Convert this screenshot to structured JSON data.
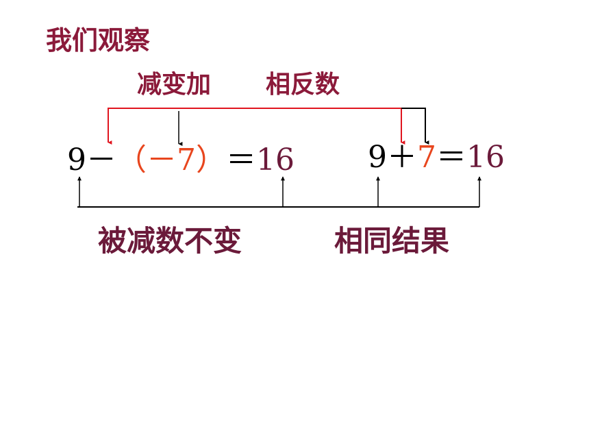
{
  "title": "我们观察",
  "labels": {
    "subtract_to_add": "减变加",
    "opposite_number": "相反数",
    "minuend_unchanged": "被减数不变",
    "same_result": "相同结果"
  },
  "left_equation": {
    "minuend": "9",
    "minus": "－",
    "open_paren": "（",
    "neg_sign": "－",
    "subtrahend": "7",
    "close_paren": "）",
    "equals": "＝",
    "result": "16"
  },
  "right_equation": {
    "first": "9",
    "plus": "＋",
    "addend": "7",
    "equals": "＝",
    "result": "16"
  },
  "colors": {
    "title": "#8b1a3a",
    "highlight_red": "#e8461e",
    "result_maroon": "#6b1a3a",
    "connector_red": "#e0141e",
    "line_black": "#000000"
  }
}
